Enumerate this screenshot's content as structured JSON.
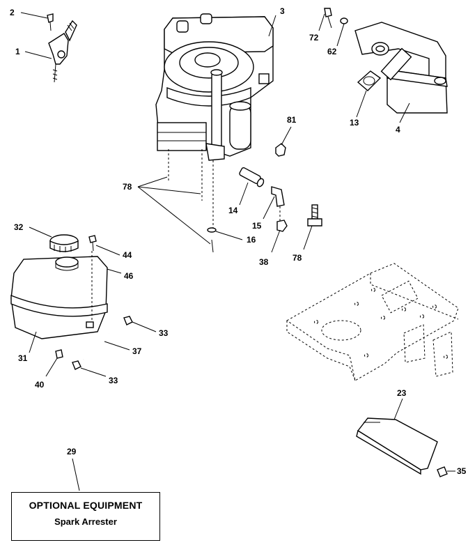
{
  "callouts": {
    "c2": "2",
    "c1": "1",
    "c3": "3",
    "c72": "72",
    "c62": "62",
    "c13": "13",
    "c4": "4",
    "c81": "81",
    "c78a": "78",
    "c14": "14",
    "c15": "15",
    "c16": "16",
    "c38": "38",
    "c78b": "78",
    "c32": "32",
    "c44": "44",
    "c46": "46",
    "c33a": "33",
    "c37": "37",
    "c31": "31",
    "c40": "40",
    "c33b": "33",
    "c23": "23",
    "c35": "35",
    "c29": "29"
  },
  "optional_box": {
    "title": "OPTIONAL EQUIPMENT",
    "subtitle": "Spark Arrester"
  }
}
